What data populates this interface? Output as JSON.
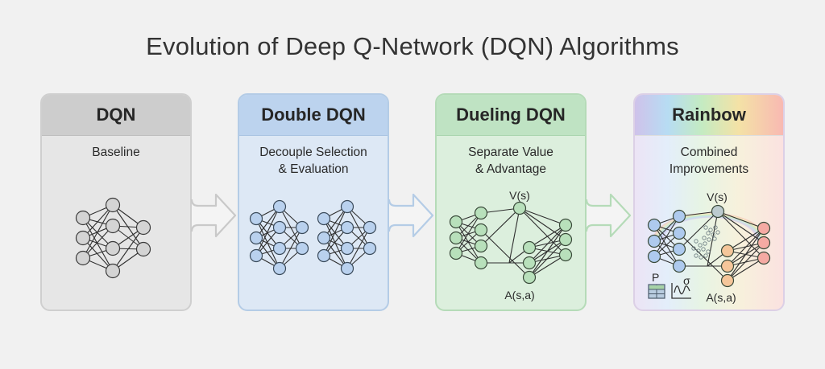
{
  "title": "Evolution of Deep Q-Network (DQN) Algorithms",
  "stages": [
    {
      "name": "DQN",
      "description_lines": [
        "Baseline"
      ],
      "color": "#cdcdcd"
    },
    {
      "name": "Double DQN",
      "description_lines": [
        "Decouple Selection",
        "& Evaluation"
      ],
      "color": "#bcd3ee"
    },
    {
      "name": "Dueling DQN",
      "description_lines": [
        "Separate Value",
        "& Advantage"
      ],
      "color": "#bfe3c3",
      "value_label": "V(s)",
      "advantage_label": "A(s,a)"
    },
    {
      "name": "Rainbow",
      "description_lines": [
        "Combined",
        "Improvements"
      ],
      "value_label": "V(s)",
      "advantage_label": "A(s,a)",
      "icon_labels": {
        "priority": "P",
        "noise": "σ"
      }
    }
  ],
  "arrows": [
    {
      "from": "DQN",
      "to": "Double DQN",
      "color": "#c9c9c9"
    },
    {
      "from": "Double DQN",
      "to": "Dueling DQN",
      "color": "#b4cce6"
    },
    {
      "from": "Dueling DQN",
      "to": "Rainbow",
      "color": "#b5dbb8"
    }
  ]
}
